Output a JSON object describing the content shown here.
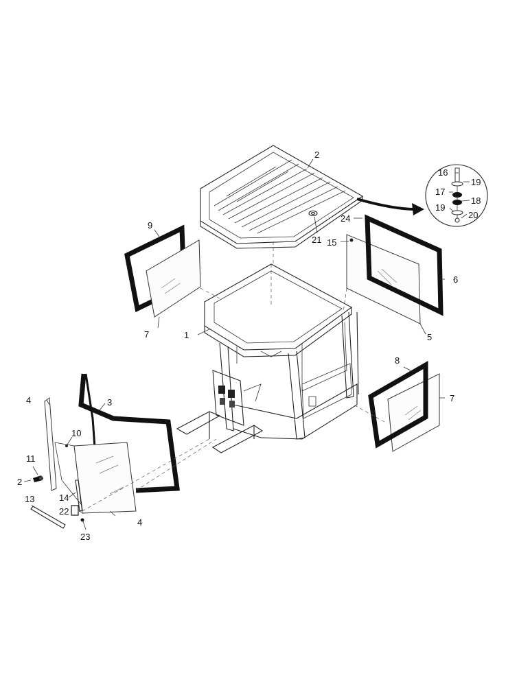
{
  "labels": {
    "l1": "1",
    "l2": "2",
    "l2b": "2",
    "l3": "3",
    "l4a": "4",
    "l4b": "4",
    "l5": "5",
    "l6": "6",
    "l7a": "7",
    "l7b": "7",
    "l8": "8",
    "l9": "9",
    "l10": "10",
    "l11": "11",
    "l13": "13",
    "l14": "14",
    "l15": "15",
    "l16": "16",
    "l17": "17",
    "l18": "18",
    "l19a": "19",
    "l19b": "19",
    "l20": "20",
    "l21": "21",
    "l22": "22",
    "l23": "23",
    "l24": "24"
  },
  "colors": {
    "ink": "#111111",
    "paper": "#ffffff"
  }
}
